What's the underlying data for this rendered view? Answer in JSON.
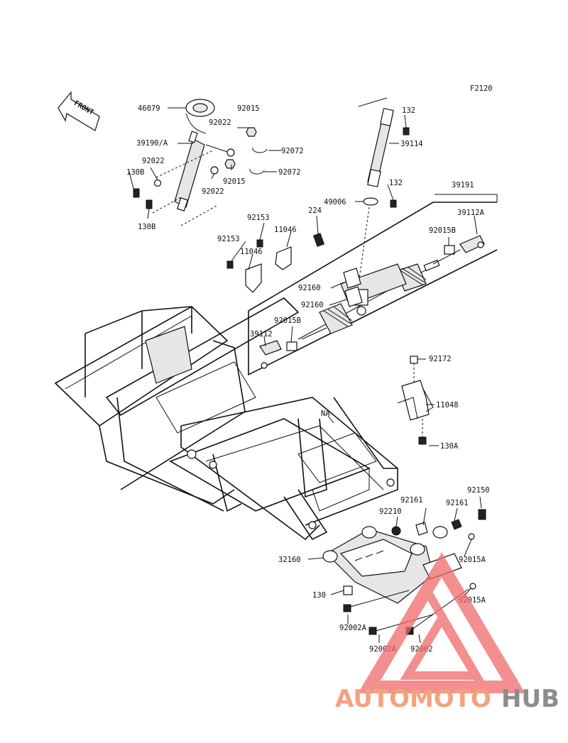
{
  "diagram": {
    "code": "F2120",
    "front_label": "FRONT",
    "parts": [
      "46079",
      "92015",
      "92022",
      "39190/A",
      "92072",
      "92022",
      "130B",
      "92015",
      "92072",
      "92022",
      "130B",
      "132",
      "39114",
      "132",
      "39191",
      "49006",
      "224",
      "39112A",
      "92015B",
      "92153",
      "11046",
      "92153",
      "11046",
      "92160",
      "92160",
      "92015B",
      "39112",
      "92172",
      "11048",
      "NA",
      "130A",
      "92150",
      "92161",
      "92161",
      "92210",
      "32160",
      "92015A",
      "130",
      "92015A",
      "92002A",
      "92002A",
      "92002"
    ]
  },
  "watermark": {
    "part1": "AUTOMOTO",
    "part2": "HUB",
    "color1": "#f2a37d",
    "color2": "#8c8c8c",
    "triangle_color": "#ef6a6a"
  }
}
